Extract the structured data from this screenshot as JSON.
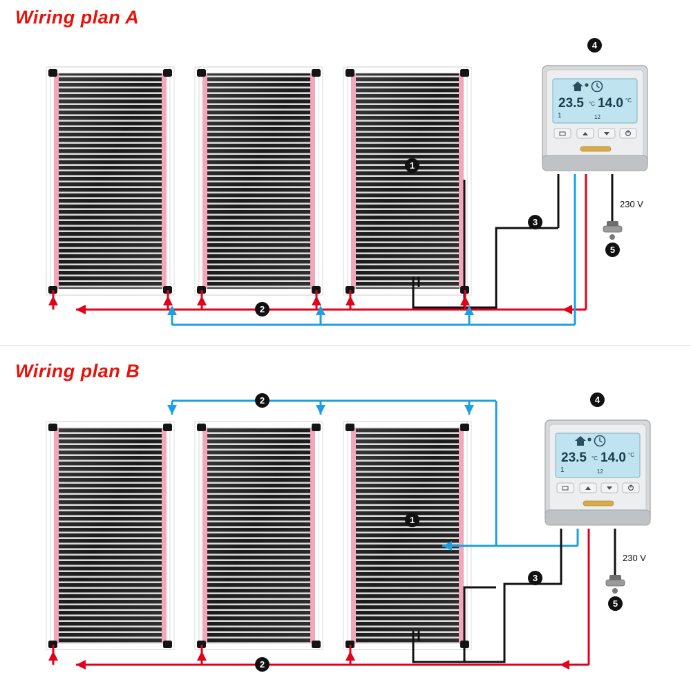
{
  "page": {
    "background": "#ffffff",
    "accent_red": "#e8120b",
    "wire_red": "#e2001a",
    "wire_blue": "#1ba1e2",
    "wire_black": "#111111"
  },
  "plans": [
    {
      "id": "plan-a",
      "title": "Wiring plan A",
      "callouts": [
        {
          "id": "film-mat",
          "number": "1"
        },
        {
          "id": "red-bus-wire",
          "number": "2"
        },
        {
          "id": "black-wire",
          "number": "3"
        },
        {
          "id": "thermostat",
          "number": "4"
        },
        {
          "id": "mains-plug",
          "number": "5"
        }
      ],
      "voltage_label": "230 V",
      "thermostat": {
        "temp_left": "23.5",
        "unit_left": "°C",
        "temp_right": "14.0",
        "unit_right": "°C",
        "channel_label": "1",
        "clock_label": "12",
        "icons": [
          "house-icon",
          "clock-icon"
        ],
        "buttons": [
          "menu-button",
          "up-button",
          "down-button",
          "power-button"
        ]
      }
    },
    {
      "id": "plan-b",
      "title": "Wiring plan B",
      "callouts": [
        {
          "id": "film-mat",
          "number": "1"
        },
        {
          "id": "red-bus-wire",
          "number": "2"
        },
        {
          "id": "blue-bus-wire",
          "number": "2"
        },
        {
          "id": "black-wire",
          "number": "3"
        },
        {
          "id": "thermostat",
          "number": "4"
        },
        {
          "id": "mains-plug",
          "number": "5"
        }
      ],
      "voltage_label": "230 V",
      "thermostat": {
        "temp_left": "23.5",
        "unit_left": "°C",
        "temp_right": "14.0",
        "unit_right": "°C",
        "channel_label": "1",
        "clock_label": "12",
        "icons": [
          "house-icon",
          "clock-icon"
        ],
        "buttons": [
          "menu-button",
          "up-button",
          "down-button",
          "power-button"
        ]
      }
    }
  ],
  "film_mats": {
    "count_per_plan": 3,
    "stripe_color": "#1a1a1a",
    "bus_bar_color": "#f0a9b8",
    "edge_color": "#ffffff",
    "terminal_color": "#111111"
  }
}
